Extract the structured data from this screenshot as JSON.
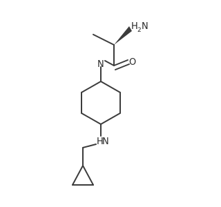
{
  "molecule": {
    "labels": {
      "amine_h": "H",
      "amine_h2_main": "H",
      "amine_h2_sub": "2",
      "amine_n": "N",
      "amide_n": "N",
      "amide_o": "O",
      "ring_amine_n": "N",
      "ring_amine_h": "H"
    }
  }
}
